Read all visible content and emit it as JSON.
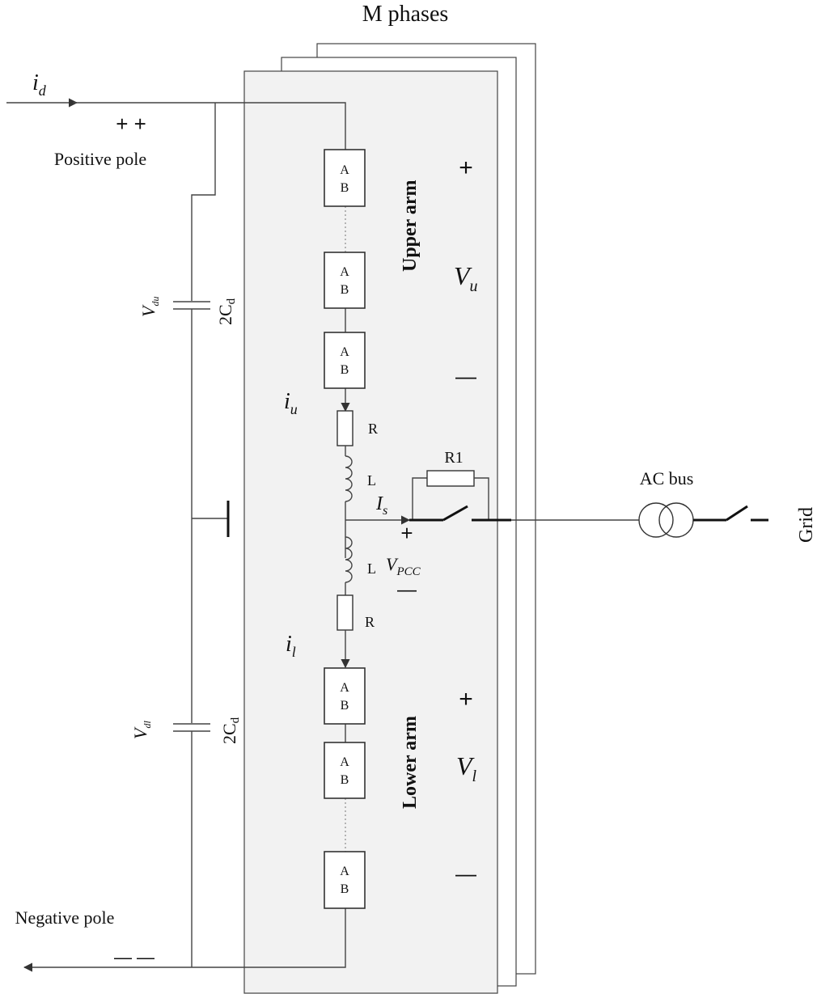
{
  "title": "M phases",
  "dc_current": {
    "symbol": "i",
    "subscript": "d"
  },
  "positive_pole": {
    "label": "Positive pole",
    "signs": "+ +"
  },
  "negative_pole": {
    "label": "Negative pole",
    "signs": "— —"
  },
  "capacitors": {
    "upper": {
      "voltage_symbol": "V",
      "voltage_subscript": "du",
      "label": "2C",
      "label_subscript": "d"
    },
    "lower": {
      "voltage_symbol": "V",
      "voltage_subscript": "dl",
      "label": "2C",
      "label_subscript": "d"
    }
  },
  "upper_arm": {
    "label": "Upper arm",
    "voltage_symbol": "V",
    "voltage_subscript": "u",
    "plus": "+",
    "minus": "—",
    "current_symbol": "i",
    "current_subscript": "u"
  },
  "lower_arm": {
    "label": "Lower arm",
    "voltage_symbol": "V",
    "voltage_subscript": "l",
    "plus": "+",
    "minus": "—",
    "current_symbol": "i",
    "current_subscript": "l"
  },
  "submodule": {
    "line1": "A",
    "line2": "B"
  },
  "components": {
    "resistor": "R",
    "inductor": "L",
    "bypass_resistor": "R1"
  },
  "ac_side": {
    "current_symbol": "I",
    "current_subscript": "s",
    "pcc_symbol": "V",
    "pcc_subscript": "PCC",
    "plus": "+",
    "minus": "—",
    "bus_label": "AC bus",
    "grid_label": "Grid"
  }
}
